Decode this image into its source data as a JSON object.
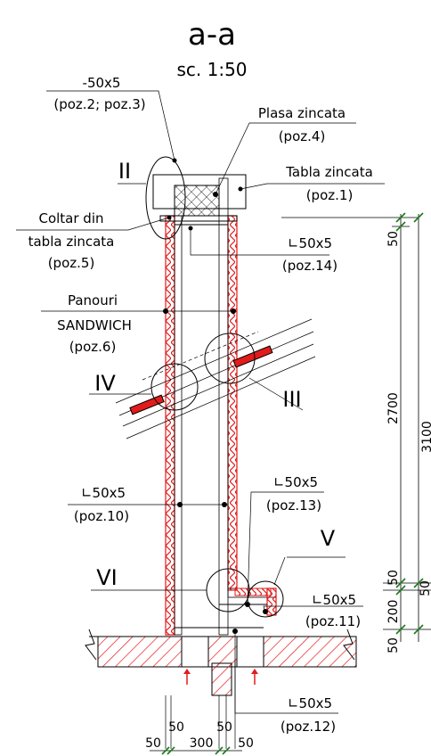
{
  "title": "a-a",
  "scale": "sc. 1:50",
  "callouts": {
    "top_profile": {
      "line1": "-50x5",
      "line2": "(poz.2; poz.3)"
    },
    "mesh": {
      "line1": "Plasa zincata",
      "line2": "(poz.4)"
    },
    "sheet": {
      "line1": "Tabla zincata",
      "line2": "(poz.1)"
    },
    "corner": {
      "line1": "Coltar din",
      "line2": "tabla zincata",
      "line3": "(poz.5)"
    },
    "angle14": {
      "line1": "∟50x5",
      "line2": "(poz.14)"
    },
    "panels": {
      "line1": "Panouri",
      "line2": "SANDWICH",
      "line3": "(poz.6)"
    },
    "angle10": {
      "line1": "∟50x5",
      "line2": "(poz.10)"
    },
    "angle13": {
      "line1": "∟50x5",
      "line2": "(poz.13)"
    },
    "angle11": {
      "line1": "∟50x5",
      "line2": "(poz.11)"
    },
    "angle12": {
      "line1": "∟50x5",
      "line2": "(poz.12)"
    }
  },
  "details": {
    "II": "II",
    "III": "III",
    "IV": "IV",
    "V": "V",
    "VI": "VI"
  },
  "dimensions": {
    "vertical": {
      "d50_top": "50",
      "d2700": "2700",
      "d3100": "3100",
      "d50_mid": "50",
      "d50_right": "50",
      "d200": "200",
      "d50_bottom": "50"
    },
    "horizontal": {
      "d50_a": "50",
      "d50_b": "50",
      "d300": "300",
      "d50_c": "50",
      "d50_d": "50"
    }
  },
  "colors": {
    "insulation": "#e21b1b",
    "ink": "#000000"
  }
}
